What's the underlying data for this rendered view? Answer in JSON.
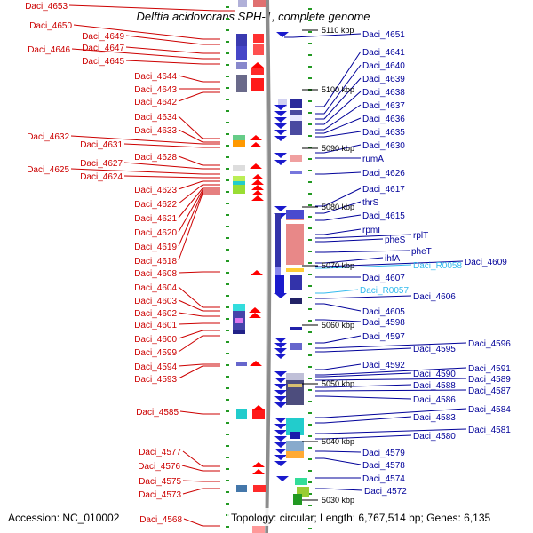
{
  "title": "Delftia acidovorans SPH-1, complete genome",
  "accession": "Accession: NC_010002",
  "topology": "Topology: circular; Length: 6,767,514 bp; Genes: 6,135",
  "colors": {
    "left_label": "#cc0000",
    "right_label": "#000099",
    "rna_label": "#33bbee",
    "forward_arrow": "#ff0000",
    "reverse_arrow": "#1a1acc",
    "ruler_tick": "#229922",
    "genome_line": "#999999"
  },
  "kbp_ticks": [
    "5110 kbp",
    "5100 kbp",
    "5090 kbp",
    "5080 kbp",
    "5070 kbp",
    "5060 kbp",
    "5050 kbp",
    "5040 kbp",
    "5030 kbp"
  ],
  "left_genes": [
    "Daci_4653",
    "Daci_4650",
    "Daci_4649",
    "Daci_4647",
    "Daci_4646",
    "Daci_4645",
    "Daci_4644",
    "Daci_4643",
    "Daci_4642",
    "Daci_4634",
    "Daci_4633",
    "Daci_4632",
    "Daci_4631",
    "Daci_4628",
    "Daci_4627",
    "Daci_4625",
    "Daci_4624",
    "Daci_4623",
    "Daci_4622",
    "Daci_4621",
    "Daci_4620",
    "Daci_4619",
    "Daci_4618",
    "Daci_4608",
    "Daci_4604",
    "Daci_4603",
    "Daci_4602",
    "Daci_4601",
    "Daci_4600",
    "Daci_4599",
    "Daci_4594",
    "Daci_4593",
    "Daci_4585",
    "Daci_4577",
    "Daci_4576",
    "Daci_4575",
    "Daci_4573",
    "Daci_4568"
  ],
  "right_genes": [
    "Daci_4651",
    "Daci_4641",
    "Daci_4640",
    "Daci_4639",
    "Daci_4638",
    "Daci_4637",
    "Daci_4636",
    "Daci_4635",
    "Daci_4630",
    "rumA",
    "Daci_4626",
    "Daci_4617",
    "thrS",
    "Daci_4615",
    "rpmI",
    "rplT",
    "pheS",
    "pheT",
    "ihfA",
    "Daci_R0058",
    "Daci_4609",
    "Daci_4607",
    "Daci_R0057",
    "Daci_4606",
    "Daci_4605",
    "Daci_4598",
    "Daci_4597",
    "Daci_4596",
    "Daci_4595",
    "Daci_4592",
    "Daci_4591",
    "Daci_4590",
    "Daci_4589",
    "Daci_4588",
    "Daci_4587",
    "Daci_4586",
    "Daci_4584",
    "Daci_4583",
    "Daci_4581",
    "Daci_4580",
    "Daci_4579",
    "Daci_4578",
    "Daci_4574",
    "Daci_4572"
  ]
}
